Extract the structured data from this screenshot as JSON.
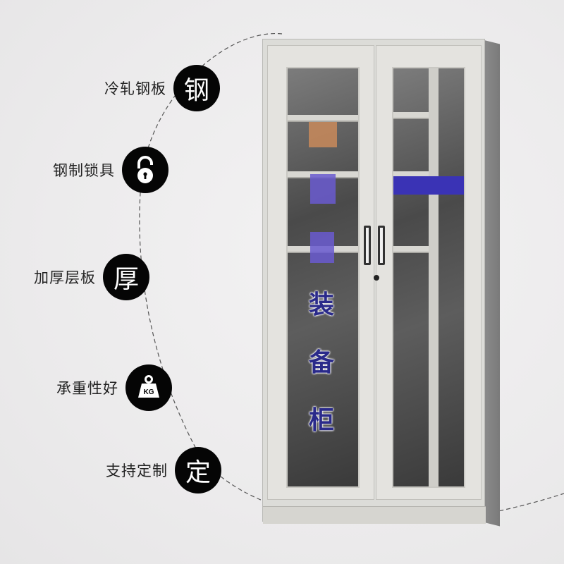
{
  "features": [
    {
      "label": "冷轧钢板",
      "badge_text": "钢",
      "icon": null
    },
    {
      "label": "钢制锁具",
      "badge_text": null,
      "icon": "padlock-icon"
    },
    {
      "label": "加厚层板",
      "badge_text": "厚",
      "icon": null
    },
    {
      "label": "承重性好",
      "badge_text": null,
      "icon": "weight-kg-icon",
      "icon_text": "KG"
    },
    {
      "label": "支持定制",
      "badge_text": "定",
      "icon": null
    }
  ],
  "product": {
    "door_title_chars": [
      "装",
      "备",
      "柜"
    ],
    "colors": {
      "cabinet": "#dcdcd8",
      "badge": "#050505",
      "title_text": "#2a2a8a",
      "background": "#eeedee"
    }
  }
}
